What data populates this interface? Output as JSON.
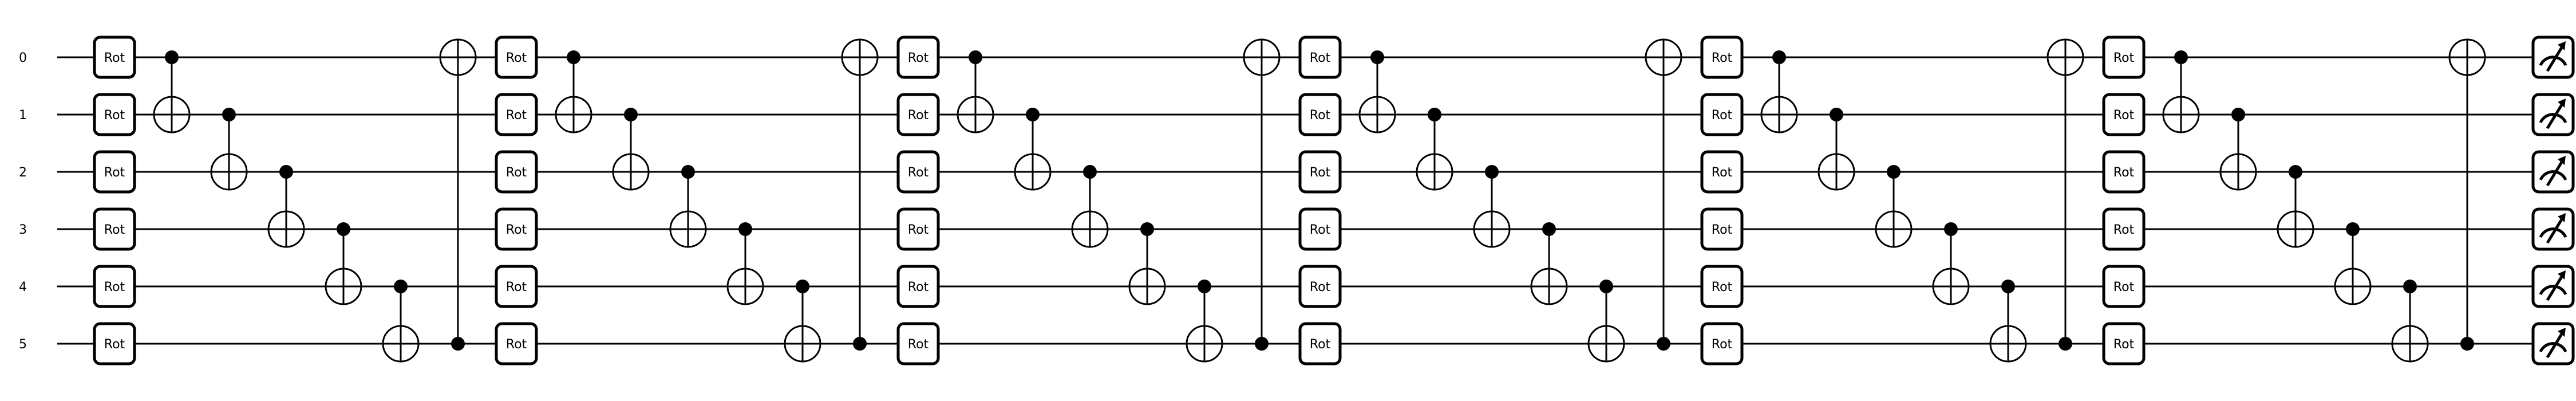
{
  "circuit": {
    "wires": [
      "0",
      "1",
      "2",
      "3",
      "4",
      "5"
    ],
    "rotation_gate_label": "Rot",
    "measurement_icon": "measurement-meter-icon",
    "layers": [
      {
        "rotation_gate": "Rot",
        "cnots": [
          {
            "control": 0,
            "target": 1
          },
          {
            "control": 1,
            "target": 2
          },
          {
            "control": 2,
            "target": 3
          },
          {
            "control": 3,
            "target": 4
          },
          {
            "control": 4,
            "target": 5
          },
          {
            "control": 5,
            "target": 0
          }
        ]
      },
      {
        "rotation_gate": "Rot",
        "cnots": [
          {
            "control": 0,
            "target": 1
          },
          {
            "control": 1,
            "target": 2
          },
          {
            "control": 2,
            "target": 3
          },
          {
            "control": 3,
            "target": 4
          },
          {
            "control": 4,
            "target": 5
          },
          {
            "control": 5,
            "target": 0
          }
        ]
      },
      {
        "rotation_gate": "Rot",
        "cnots": [
          {
            "control": 0,
            "target": 1
          },
          {
            "control": 1,
            "target": 2
          },
          {
            "control": 2,
            "target": 3
          },
          {
            "control": 3,
            "target": 4
          },
          {
            "control": 4,
            "target": 5
          },
          {
            "control": 5,
            "target": 0
          }
        ]
      },
      {
        "rotation_gate": "Rot",
        "cnots": [
          {
            "control": 0,
            "target": 1
          },
          {
            "control": 1,
            "target": 2
          },
          {
            "control": 2,
            "target": 3
          },
          {
            "control": 3,
            "target": 4
          },
          {
            "control": 4,
            "target": 5
          },
          {
            "control": 5,
            "target": 0
          }
        ]
      },
      {
        "rotation_gate": "Rot",
        "cnots": [
          {
            "control": 0,
            "target": 1
          },
          {
            "control": 1,
            "target": 2
          },
          {
            "control": 2,
            "target": 3
          },
          {
            "control": 3,
            "target": 4
          },
          {
            "control": 4,
            "target": 5
          },
          {
            "control": 5,
            "target": 0
          }
        ]
      },
      {
        "rotation_gate": "Rot",
        "cnots": [
          {
            "control": 0,
            "target": 1
          },
          {
            "control": 1,
            "target": 2
          },
          {
            "control": 2,
            "target": 3
          },
          {
            "control": 3,
            "target": 4
          },
          {
            "control": 4,
            "target": 5
          },
          {
            "control": 5,
            "target": 0
          }
        ]
      }
    ],
    "measure_all": true
  }
}
